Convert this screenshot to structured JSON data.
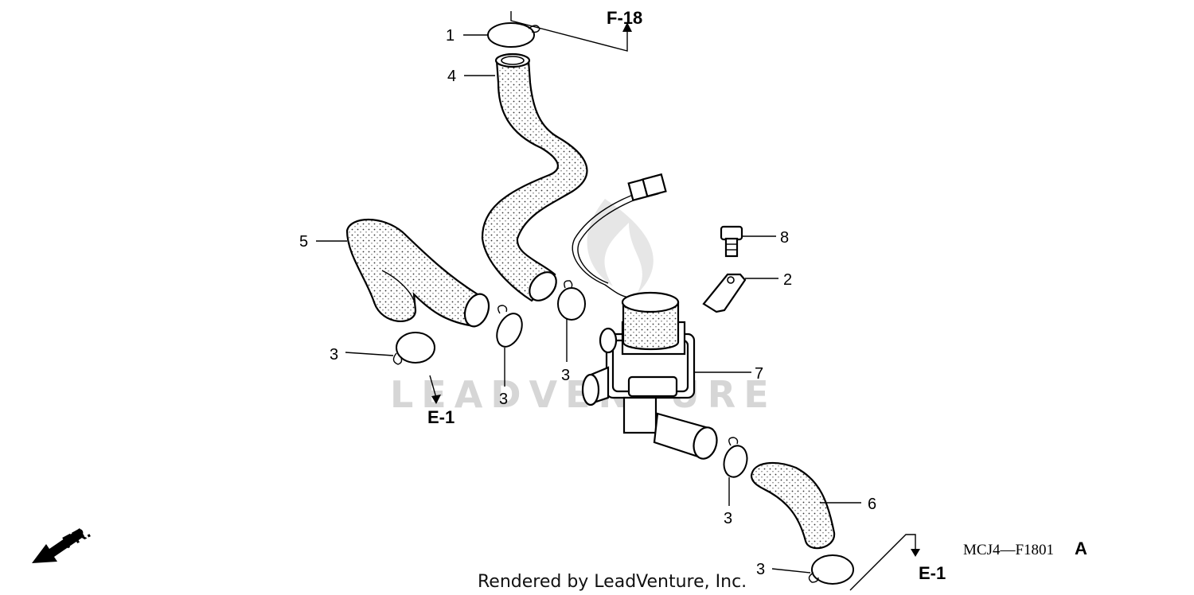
{
  "diagram": {
    "refs": {
      "f18": "F-18",
      "e1_left": "E-1",
      "e1_right": "E-1"
    },
    "callouts": {
      "c1": "1",
      "c4": "4",
      "c5": "5",
      "c8": "8",
      "c2": "2",
      "c7": "7",
      "c6": "6",
      "c3_a": "3",
      "c3_b": "3",
      "c3_c": "3",
      "c3_d": "3",
      "c3_e": "3"
    },
    "fr_label": "FR.",
    "diagram_code": "MCJ4—F1801",
    "diagram_code_suffix": "A",
    "watermark": "LEADVENTURE",
    "footer": "Rendered by LeadVenture, Inc."
  }
}
